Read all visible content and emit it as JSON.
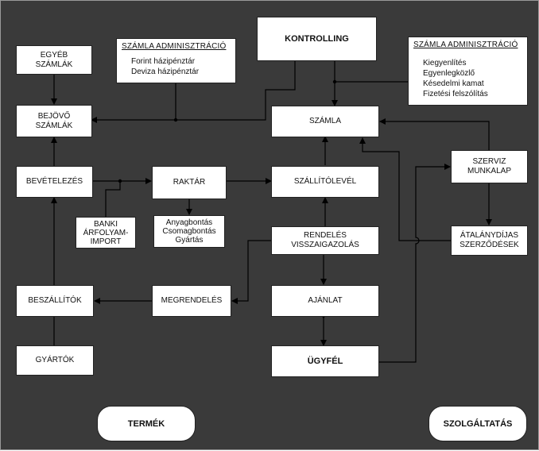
{
  "nodes": {
    "kontrolling": "KONTROLLING",
    "szamla_admin_1": {
      "title": "SZÁMLA ADMINISZTRÁCIÓ",
      "items": "Forint házipénztár\nDeviza házipénztár"
    },
    "szamla_admin_2": {
      "title": "SZÁMLA ADMINISZTRÁCIÓ",
      "items": "Kiegyenlítés\nEgyenlegközlő\nKésedelmi kamat\nFizetési felszólítás"
    },
    "egyeb_szamlak": "EGYÉB\nSZÁMLÁK",
    "bejovo_szamlak": "BEJÖVŐ\nSZÁMLÁK",
    "szamla": "SZÁMLA",
    "bevetelezes": "BEVÉTELEZÉS",
    "raktar": "RAKTÁR",
    "szallitolevel": "SZÁLLÍTÓLEVÉL",
    "szerviz_munkalap": "SZERVIZ\nMUNKALAP",
    "banki_arfolyam_import": "BANKI\nÁRFOLYAM-\nIMPORT",
    "anyag_csomag": "Anyagbontás\nCsomagbontás\nGyártás",
    "rendeles_visszaigazolas": "RENDELÉS\nVISSZAIGAZOLÁS",
    "atalanydijas_szerzodesek": "ÁTALÁNYDÍJAS\nSZERZŐDÉSEK",
    "beszallitok": "BESZÁLLÍTÓK",
    "megrendeles": "MEGRENDELÉS",
    "ajanlat": "AJÁNLAT",
    "gyartok": "GYÁRTÓK",
    "ugyfel": "ÜGYFÉL",
    "termek": "TERMÉK",
    "szolgaltatas": "SZOLGÁLTATÁS"
  },
  "colors": {
    "background": "#3a3a3a",
    "box": "#ffffff",
    "line": "#000000",
    "outline": "#9a9a9a"
  }
}
